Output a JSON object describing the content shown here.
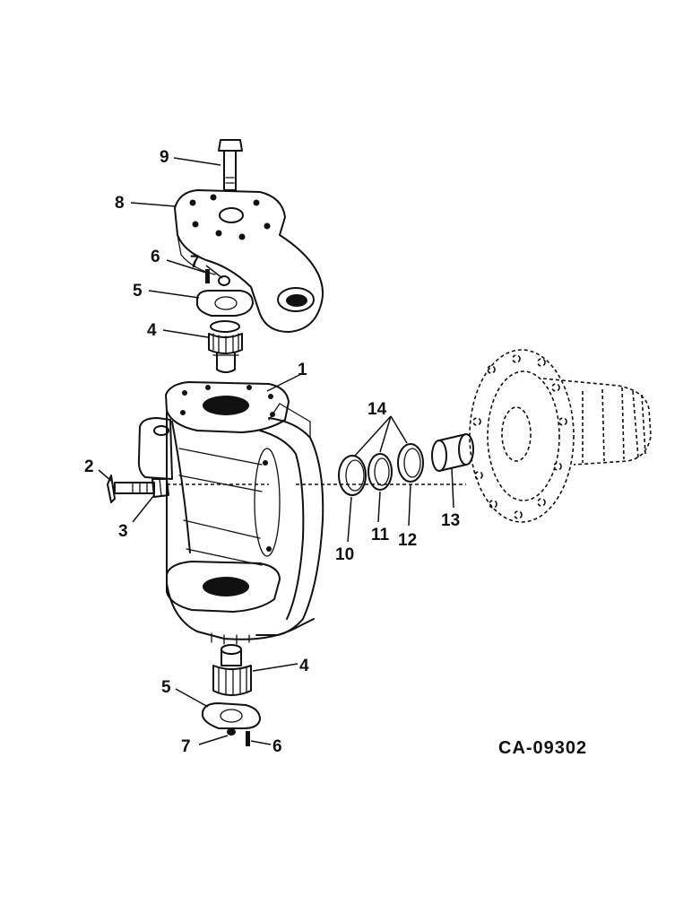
{
  "callouts": {
    "c1": "1",
    "c2": "2",
    "c3": "3",
    "c4_top": "4",
    "c4_bottom": "4",
    "c5_top": "5",
    "c5_bottom": "5",
    "c6_top": "6",
    "c6_bottom": "6",
    "c7_top": "7",
    "c7_bottom": "7",
    "c8": "8",
    "c9": "9",
    "c10": "10",
    "c11": "11",
    "c12": "12",
    "c13": "13",
    "c14": "14"
  },
  "drawing_code": "CA-09302"
}
